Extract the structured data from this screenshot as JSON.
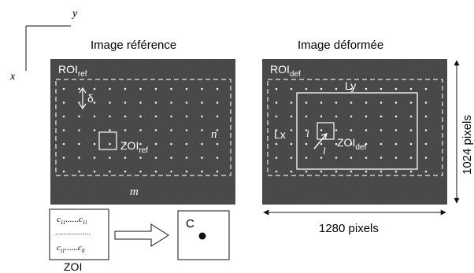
{
  "axes": {
    "x": "x",
    "y": "y"
  },
  "reference": {
    "title": "Image référence",
    "roi": {
      "main": "ROI",
      "sub": "ref"
    },
    "delta": "δ",
    "zoi": {
      "main": "ZOI",
      "sub": "ref"
    },
    "n": "n",
    "m": "m"
  },
  "deformed": {
    "title": "Image déformée",
    "roi": {
      "main": "ROI",
      "sub": "def"
    },
    "ly": "Ly",
    "lx": "Lx",
    "l_upper": "l",
    "l_lower": "l",
    "zoi": {
      "main": "ZOI",
      "sub": "def"
    },
    "width_label": "1280 pixels",
    "height_label": "1024 pixels"
  },
  "matrix": {
    "row_top": {
      "a": "c",
      "a_sub": "11",
      "dots": "......",
      "b": "c",
      "b_sub": "1l"
    },
    "middle_dots": "..................",
    "row_bottom": {
      "a": "c",
      "a_sub": "l1",
      "dots": "......",
      "b": "c",
      "b_sub": "ll"
    },
    "caption": "ZOI"
  },
  "result": {
    "label": "C"
  },
  "colors": {
    "image_bg": "#3e3e3e",
    "grid_dot": "#f2f2f2",
    "dashed": "#e8e8e8"
  }
}
